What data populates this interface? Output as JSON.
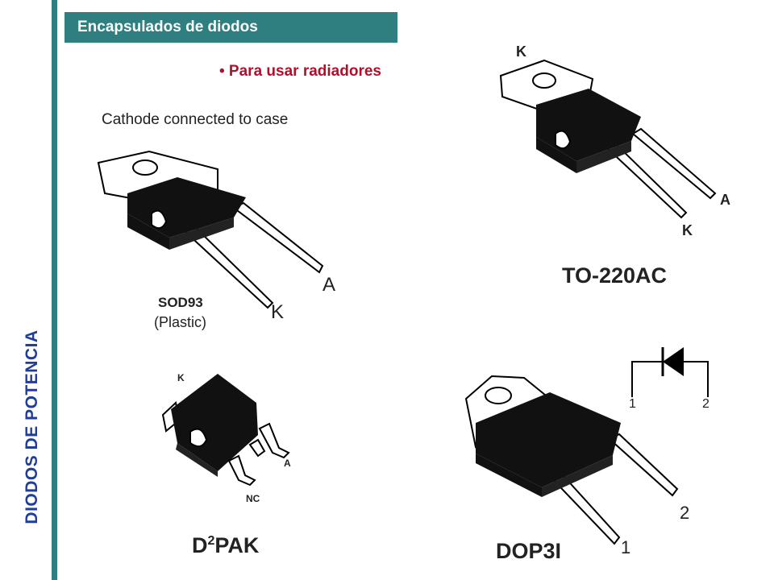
{
  "sidebar": {
    "title": "DIODOS DE POTENCIA"
  },
  "header": {
    "title": "Encapsulados de diodos"
  },
  "bullet": {
    "text": "• Para usar radiadores"
  },
  "sod93": {
    "caption": "Cathode connected to case",
    "name": "SOD93",
    "material": "(Plastic)",
    "pin_a": "A",
    "pin_k": "K"
  },
  "to220": {
    "name": "TO-220AC",
    "pin_k_top": "K",
    "pin_a": "A",
    "pin_k": "K"
  },
  "d2pak": {
    "name_prefix": "D",
    "name_sup": "2",
    "name_suffix": "PAK",
    "pin_k": "K",
    "pin_a": "A",
    "pin_nc": "NC"
  },
  "dop3i": {
    "name": "DOP3I",
    "pin_2": "2",
    "pin_1": "1",
    "symbol_pin_1": "1",
    "symbol_pin_2": "2"
  },
  "colors": {
    "accent": "#2f7f80",
    "sidebar_text": "#1f3d99",
    "bullet": "#b0102c"
  }
}
